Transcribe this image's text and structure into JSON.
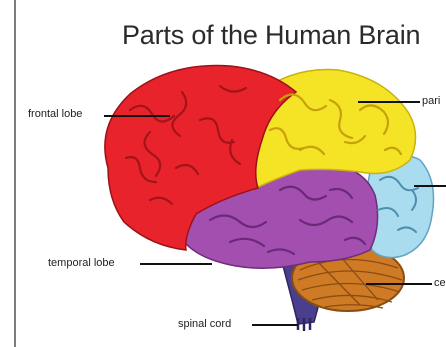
{
  "title": "Parts of the Human Brain",
  "labels": {
    "frontal": "frontal lobe",
    "parietal": "pari",
    "temporal": "temporal lobe",
    "cerebellum": "ce",
    "spinal": "spinal cord"
  },
  "colors": {
    "frontal": "#e8232b",
    "parietal": "#f5e326",
    "occipital": "#a9dcef",
    "temporal": "#a24fb0",
    "cerebellum": "#cf7a24",
    "brainstem": "#4a3f8c"
  }
}
